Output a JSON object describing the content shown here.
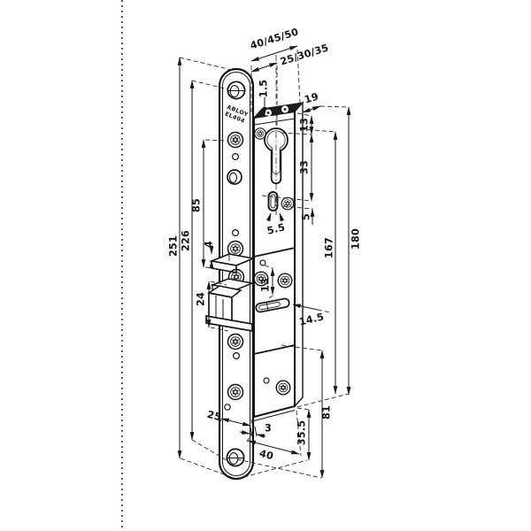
{
  "product": {
    "brand": "ABLOY",
    "model": "EL404"
  },
  "dims": {
    "backset_options_full": "40/45/50",
    "backset_options": "25/30/35",
    "faceplate_offset": "1.5",
    "case_depth": "19",
    "top_to_cylinder": "13",
    "cylinder_length": "33",
    "slot_offset": "5",
    "slot_width": "5.5",
    "cylinder_to_case_bottom": "167",
    "case_length": "180",
    "faceplate_length": "251",
    "mounting_hole_centers": "226",
    "screw_to_latch": "85",
    "latch_clearance": "4",
    "deadbolt_height": "24",
    "hub_offset": "13",
    "hub_slot_length": "14.5",
    "faceplate_width": "25",
    "faceplate_thickness": "3",
    "case_bottom_depth": "40",
    "case_bottom_to_hole": "35.5",
    "case_bottom_to_plate_end": "81"
  }
}
